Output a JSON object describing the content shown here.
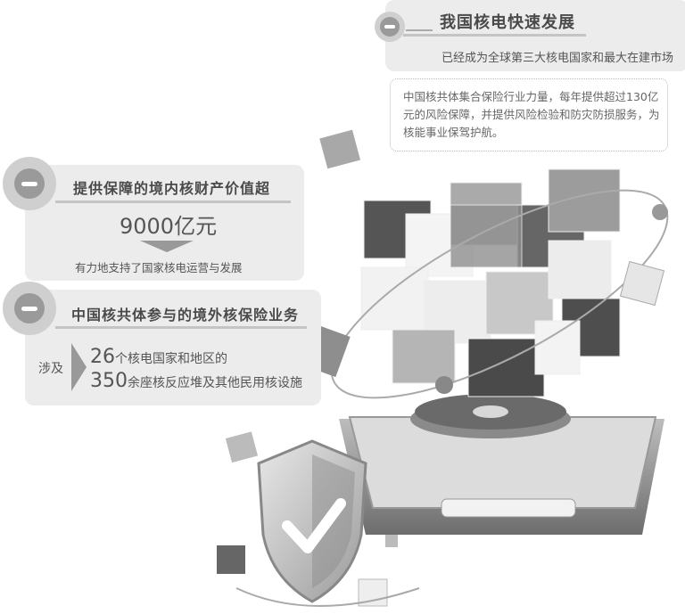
{
  "top_card": {
    "title": "我国核电快速发展",
    "subtitle": "已经成为全球第三大核电国家和最大在建市场",
    "paragraph": "中国核共体集合保险行业力量，每年提供超过130亿元的风险保障，并提供风险检验和防灾防损服务，为核能事业保驾护航。"
  },
  "domestic_card": {
    "title": "提供保障的境内核财产价值超",
    "value": "9000亿元",
    "note": "有力地支持了国家核电运营与发展"
  },
  "overseas_card": {
    "title": "中国核共体参与的境外核保险业务",
    "lead": "涉及",
    "line1_number": "26",
    "line1_text": "个核电国家和地区的",
    "line2_number": "350",
    "line2_text": "余座核反应堆及其他民用核设施"
  },
  "colors": {
    "card_bg": "#ececec",
    "title": "#4a4a4a",
    "icon": "#9a9a9a"
  }
}
